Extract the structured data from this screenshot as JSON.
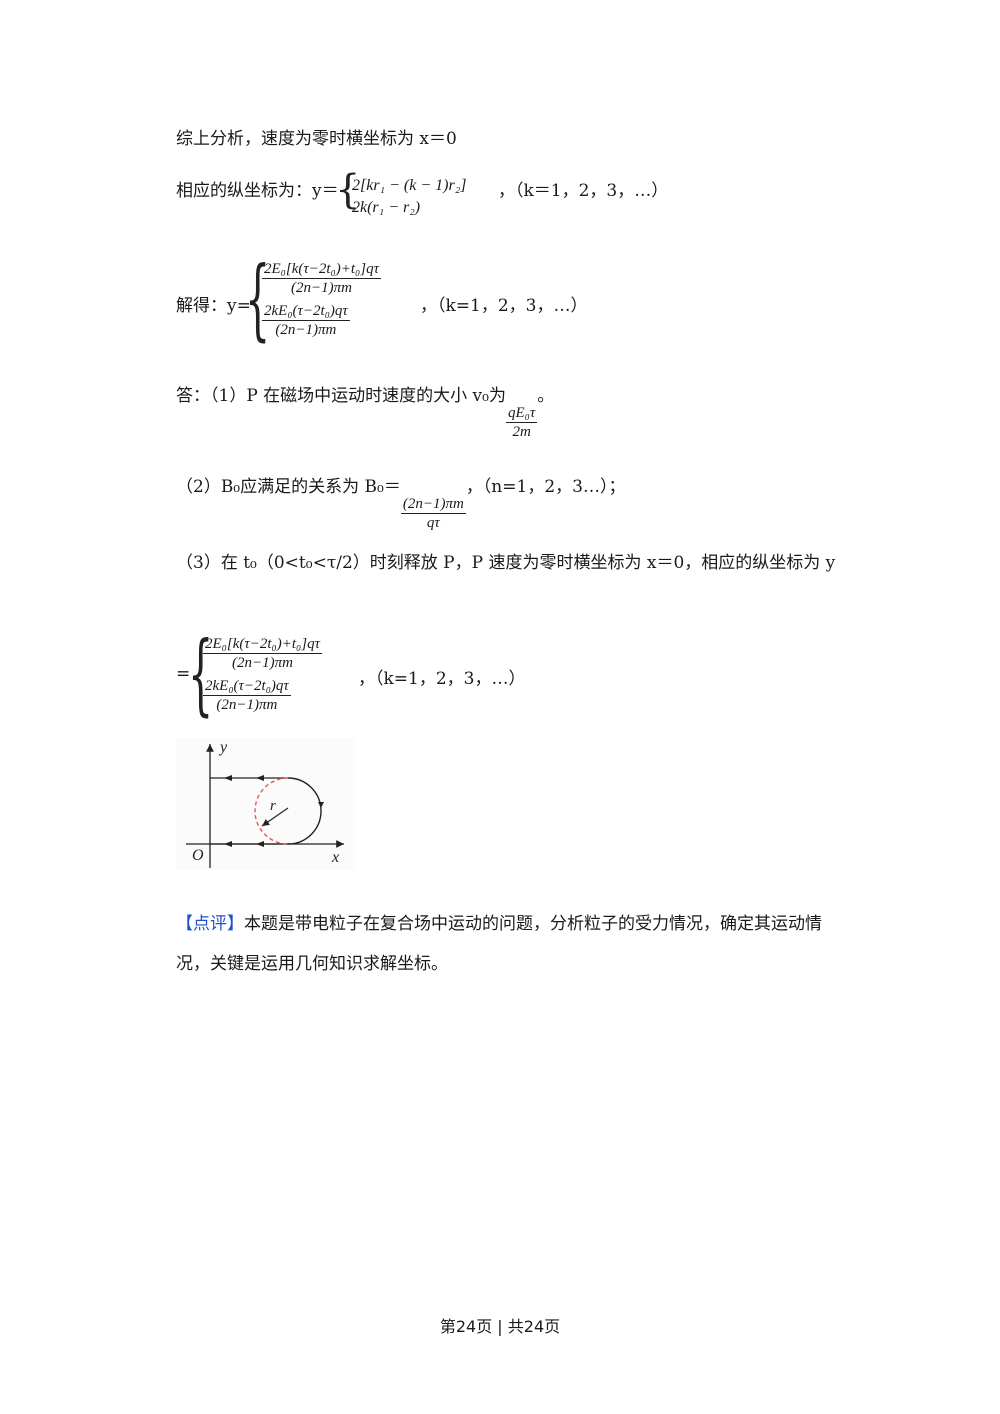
{
  "line1": "综上分析，速度为零时横坐标为 x＝0",
  "line2_prefix": "相应的纵坐标为：y＝",
  "line2_case1": "2[kr₁ − (k − 1)r₂]",
  "line2_case2": "2k(r₁ − r₂)",
  "line2_suffix": "，（k＝1，2，3，…）",
  "solve_prefix": "解得：y=",
  "case1_num": "2E₀[k(τ−2t₀)+t₀]qτ",
  "case1_den": "(2n−1)πm",
  "case2_num": "2kE₀(τ−2t₀)qτ",
  "case2_den": "(2n−1)πm",
  "k_range": "，（k=1，2，3，…）",
  "answer1_prefix": "答：（1）P 在磁场中运动时速度的大小 v₀为",
  "answer1_num": "qE₀τ",
  "answer1_den": "2m",
  "answer1_suffix": "。",
  "answer2_prefix": "（2）B₀应满足的关系为 B₀＝",
  "answer2_num": "(2n−1)πm",
  "answer2_den": "qτ",
  "answer2_suffix": "，（n=1，2，3…）；",
  "answer3": "（3）在 t₀（0<t₀<τ/2）时刻释放 P，P 速度为零时横坐标为 x＝0，相应的纵坐标为 y",
  "eq_prefix": "=",
  "figure": {
    "y_label": "y",
    "x_label": "x",
    "origin_label": "O",
    "r_label": "r"
  },
  "comment_tag": "【点评】",
  "comment_text1": "本题是带电粒子在复合场中运动的问题，分析粒子的受力情况，确定其运动情",
  "comment_text2": "况，关键是运用几何知识求解坐标。",
  "footer": "第24页 | 共24页",
  "colors": {
    "accent": "#1f4fcf",
    "dashed_arc": "#e05a5a"
  }
}
